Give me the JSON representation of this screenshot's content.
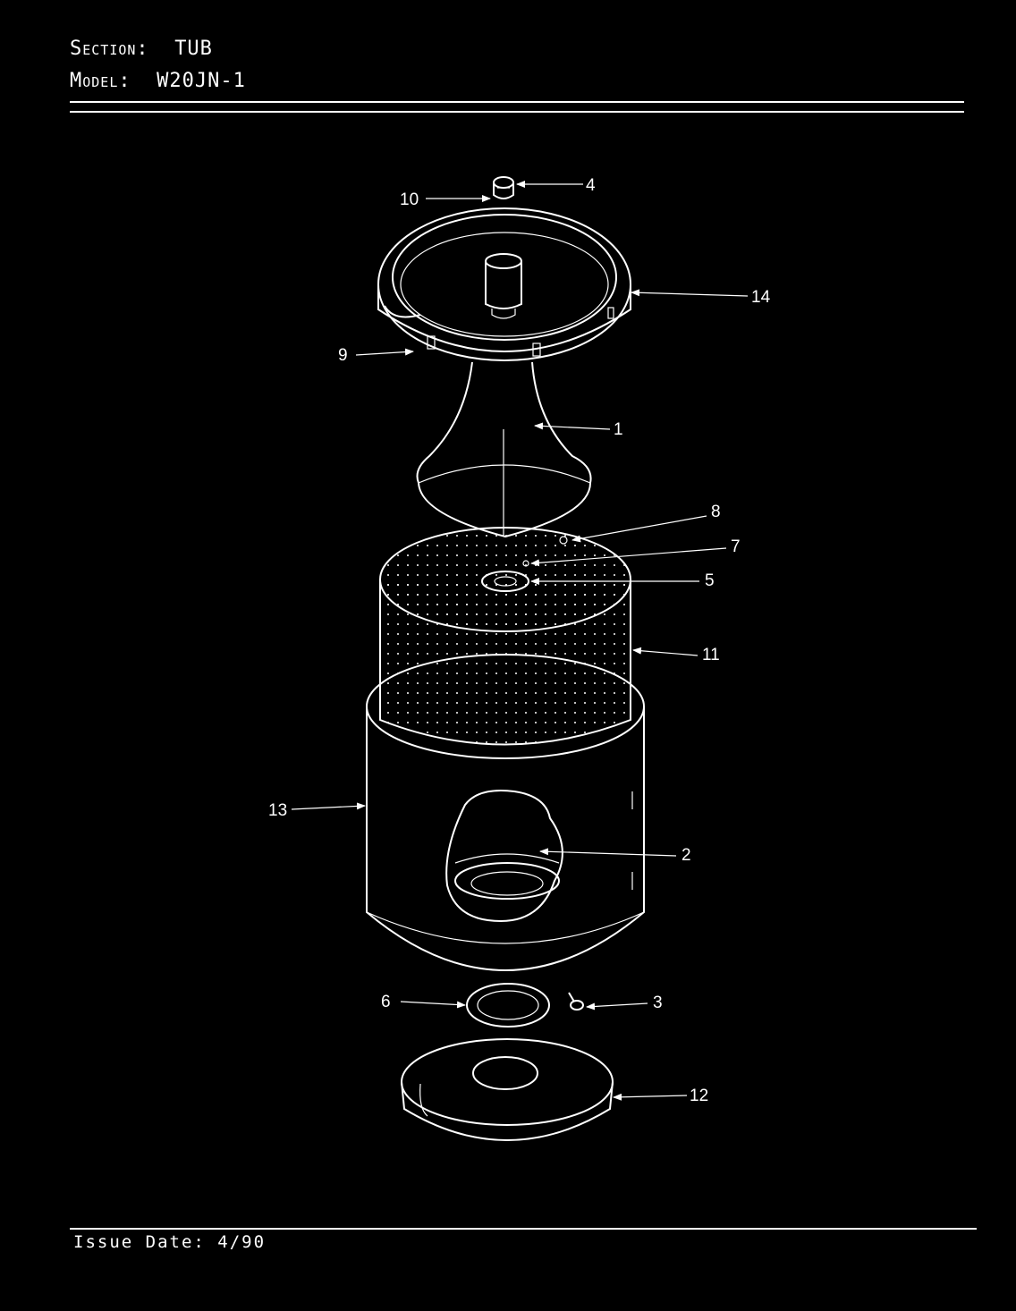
{
  "header": {
    "section_label": "Section:",
    "section_value": "TUB",
    "model_label": "Model:",
    "model_value": "W20JN-1"
  },
  "footer": {
    "issue_date": "Issue Date: 4/90"
  },
  "callouts": {
    "c1": "1",
    "c2": "2",
    "c3": "3",
    "c4": "4",
    "c5": "5",
    "c6": "6",
    "c7": "7",
    "c8": "8",
    "c9": "9",
    "c10": "10",
    "c11": "11",
    "c12": "12",
    "c13": "13",
    "c14": "14"
  }
}
